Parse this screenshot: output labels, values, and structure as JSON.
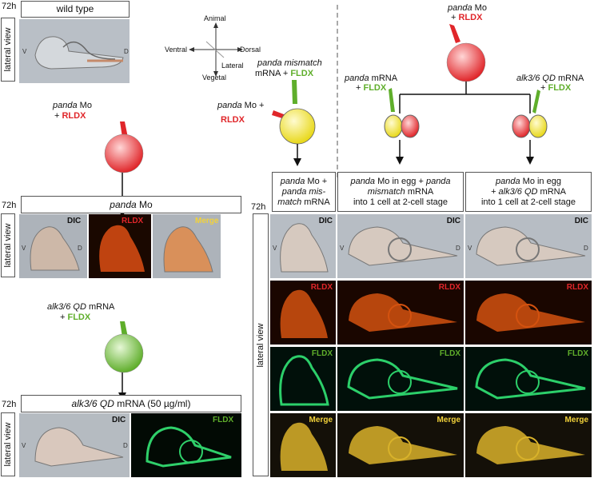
{
  "time_label": "72h",
  "lateral_view": "lateral view",
  "v": "V",
  "d": "D",
  "wild_type": "wild type",
  "axes": {
    "animal": "Animal",
    "vegetal": "Vegetal",
    "ventral": "Ventral",
    "dorsal": "Dorsal",
    "lateral": "Lateral"
  },
  "tags": {
    "dic": "DIC",
    "rldx": "RLDX",
    "fldx": "FLDX",
    "merge": "Merge"
  },
  "inj1": {
    "gene": "panda",
    "rest": " Mo",
    "plus": "+ ",
    "tracer": "RLDX"
  },
  "panda_mo_title": {
    "gene": "panda",
    "rest": " Mo"
  },
  "inj2": {
    "gene": "alk3/6 QD",
    "rest": " mRNA",
    "plus": "+ ",
    "tracer": "FLDX"
  },
  "alk_title": {
    "gene": "alk3/6 QD",
    "rest": " mRNA (50 µg/ml)"
  },
  "mismatch_inj": {
    "line1_gene": "panda mismatch",
    "line2": "mRNA + ",
    "line2_tracer": "FLDX",
    "mo_gene": "panda",
    "mo_rest": " Mo +",
    "mo_tracer": "RLDX"
  },
  "top_inj": {
    "gene": "panda",
    "rest": " Mo",
    "plus": "+ ",
    "tracer": "RLDX"
  },
  "left_split": {
    "gene": "panda",
    "rest": " mRNA",
    "plus": "+ ",
    "tracer": "FLDX"
  },
  "right_split": {
    "gene": "alk3/6 QD",
    "rest": " mRNA",
    "plus": "+ ",
    "tracer": "FLDX"
  },
  "col_titles": {
    "c1": {
      "g1": "panda",
      "t1": " Mo +",
      "g2": "panda mis-",
      "g3": "match",
      "t3": " mRNA"
    },
    "c2": {
      "g1": "panda",
      "t1": " Mo in egg + ",
      "g2": "panda",
      "g3": "mismatch",
      "t3": " mRNA",
      "t4": "into 1 cell at 2-cell stage"
    },
    "c3": {
      "g1": "panda",
      "t1": " Mo in egg",
      "t2": "+ ",
      "g2": "alk3/6 QD",
      "t3": " mRNA",
      "t4": "into 1 cell at 2-cell stage"
    }
  },
  "colors": {
    "rldx": "#e0262a",
    "fldx": "#5fae2b",
    "merge": "#f2d23a",
    "dic_tag": "#111111"
  }
}
